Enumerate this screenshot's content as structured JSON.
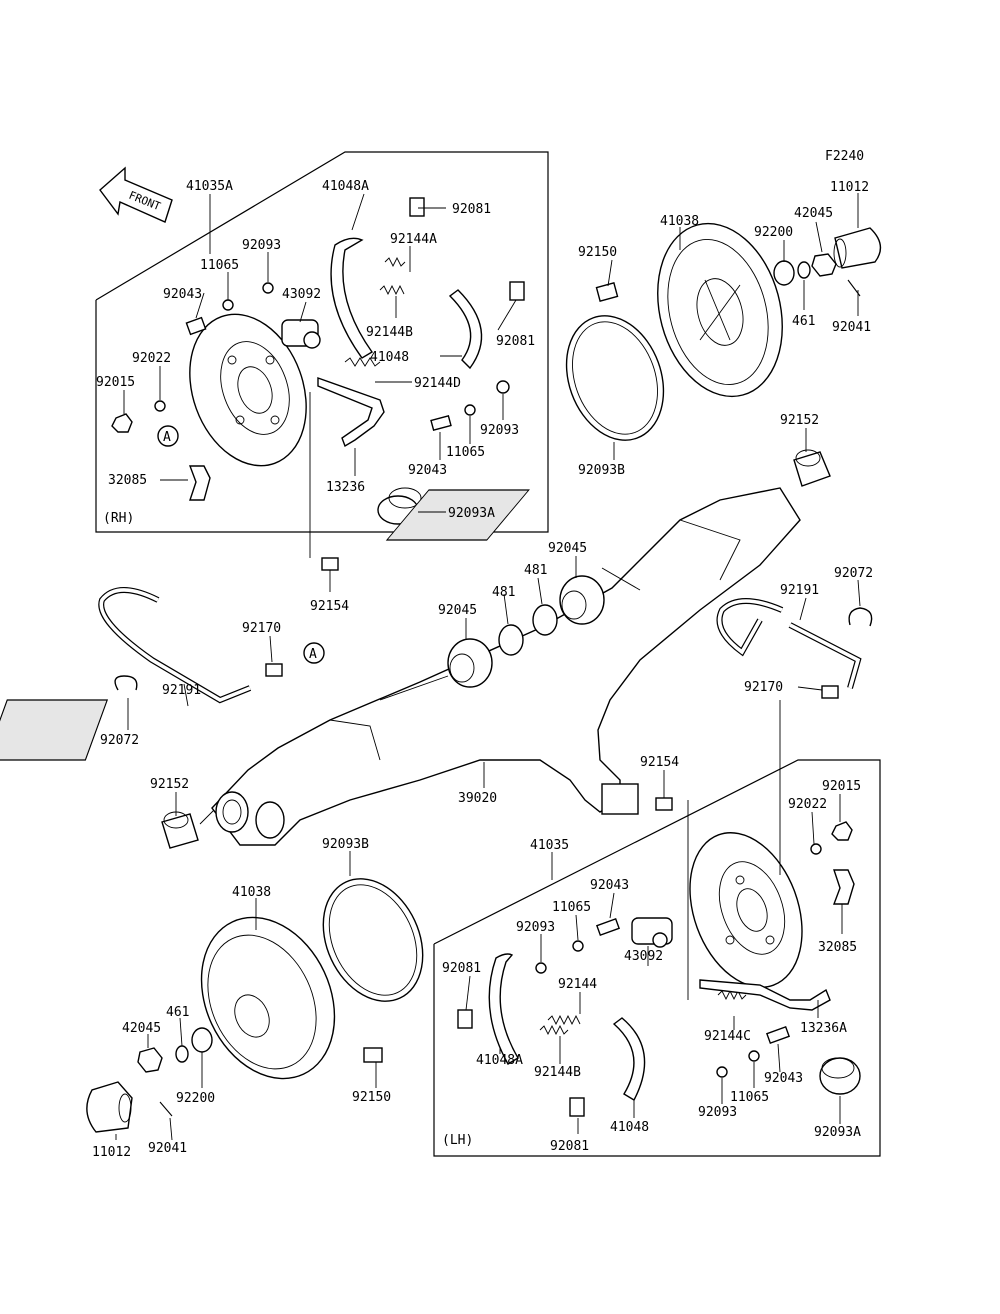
{
  "diagram": {
    "code": "F2240",
    "front_label": "FRONT",
    "rh_label": "(RH)",
    "lh_label": "(LH)",
    "circle_ref": "A",
    "labels": [
      "41035A",
      "41048A",
      "92081",
      "92093",
      "92144A",
      "11065",
      "92043",
      "43092",
      "92022",
      "92015",
      "92144B",
      "41048",
      "92081",
      "92144D",
      "92093",
      "11065",
      "92043",
      "13236",
      "32085",
      "92093A",
      "92154",
      "41038",
      "92150",
      "92200",
      "42045",
      "11012",
      "461",
      "92041",
      "92093B",
      "92152",
      "92045",
      "481",
      "481",
      "92045",
      "92191",
      "92072",
      "92170",
      "92170",
      "92191",
      "92072",
      "92152",
      "39020",
      "92154",
      "92015",
      "92022",
      "41035",
      "92093B",
      "92043",
      "11065",
      "92093",
      "41038",
      "92081",
      "92144",
      "43092",
      "32085",
      "461",
      "42045",
      "92200",
      "92144C",
      "13236A",
      "41048A",
      "92144B",
      "92043",
      "11065",
      "92150",
      "92093",
      "92093A",
      "11012",
      "92041",
      "92081",
      "41048"
    ]
  }
}
